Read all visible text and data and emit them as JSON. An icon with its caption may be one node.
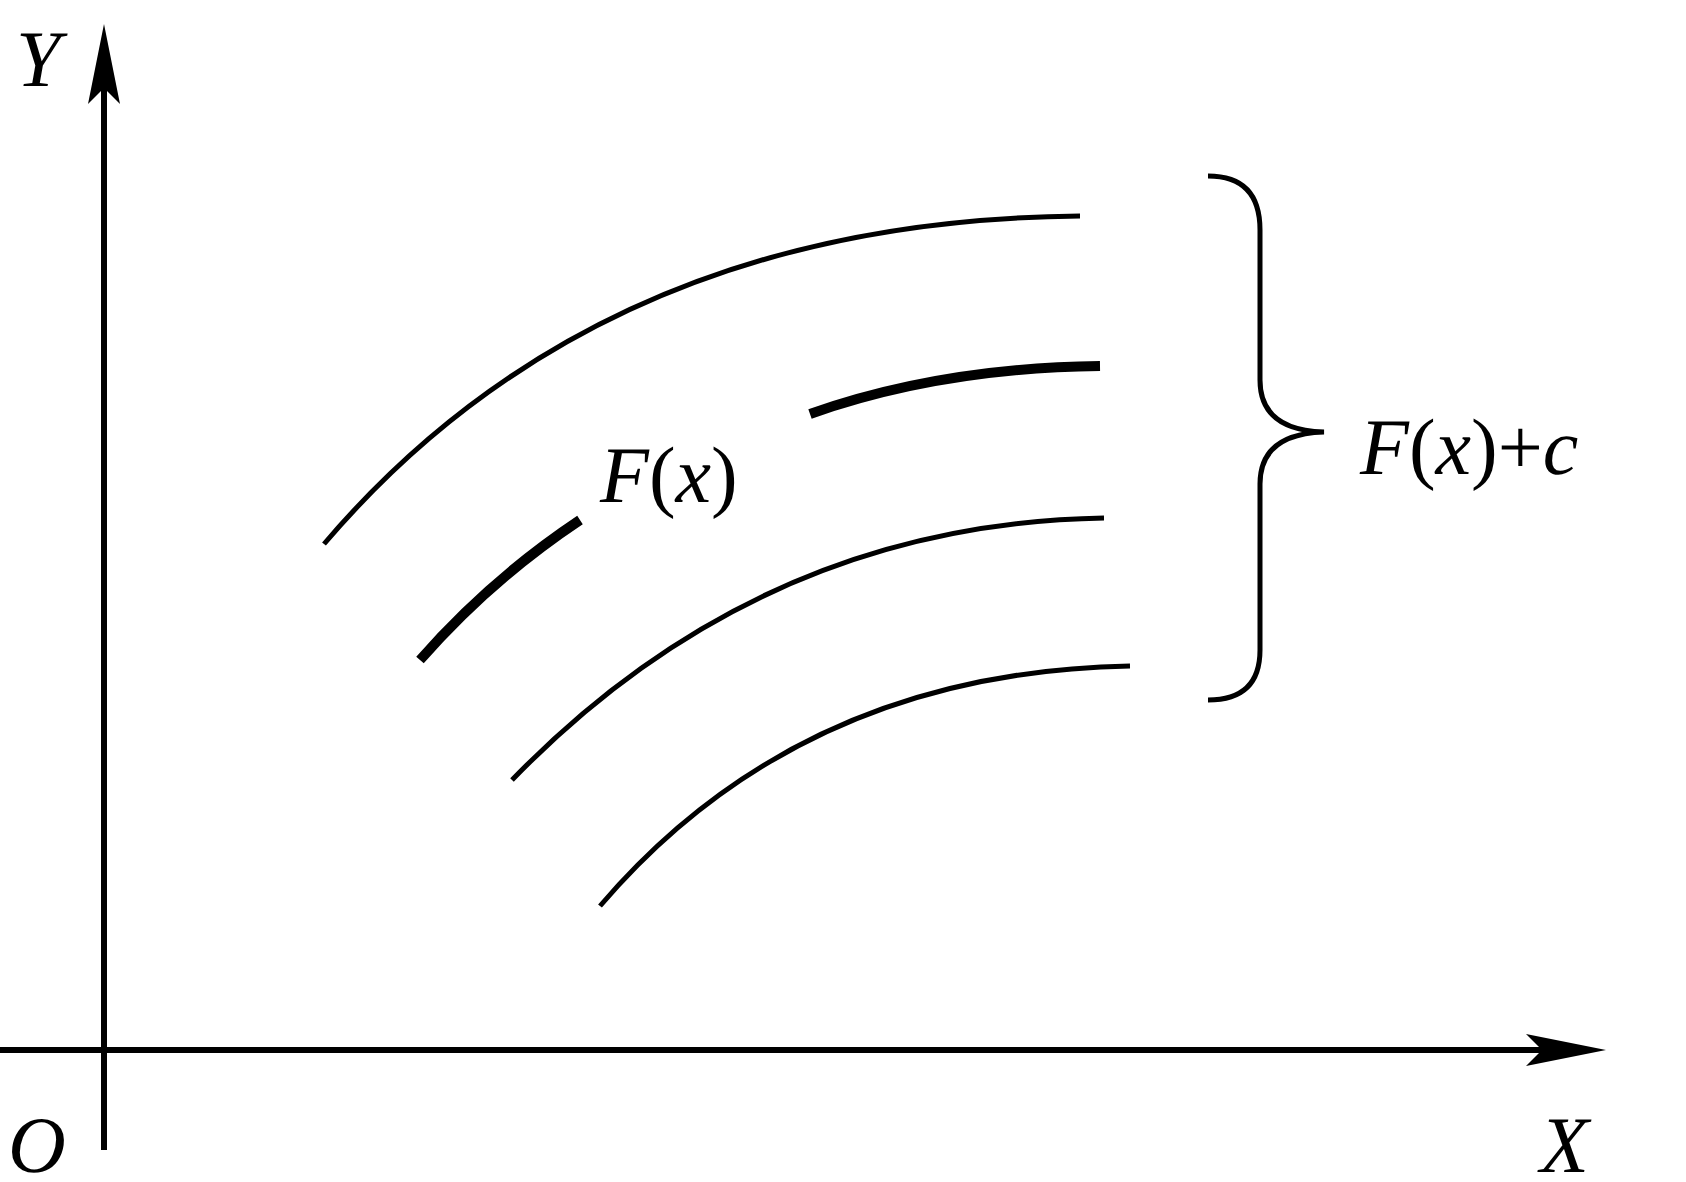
{
  "diagram": {
    "labels": [
      "Y",
      "*F*(*x*)",
      "*F*(*x*)+*c*",
      "O",
      "X"
    ]
  }
}
